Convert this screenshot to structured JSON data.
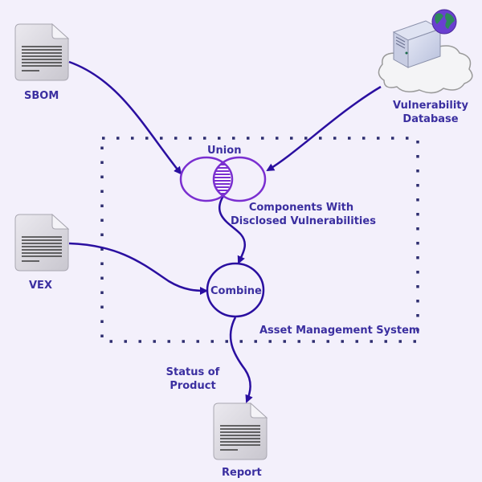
{
  "diagram": {
    "title": "",
    "colors": {
      "background": "#f3f0fb",
      "arrow": "#2a0fa0",
      "label": "#3b2fa0",
      "union_circle": "#7a2fd0",
      "combine_circle": "#2a0fa0",
      "dotted_border": "#2e2e70"
    },
    "nodes": {
      "sbom": {
        "label": "SBOM",
        "icon": "document-icon"
      },
      "vuln_db": {
        "label_line1": "Vulnerability",
        "label_line2": "Database",
        "icon": "cloud-server-globe-icon"
      },
      "vex": {
        "label": "VEX",
        "icon": "document-icon"
      },
      "union": {
        "label": "Union",
        "icon": "venn-intersection-icon"
      },
      "combine": {
        "label": "Combine"
      },
      "report": {
        "label": "Report",
        "icon": "document-icon"
      }
    },
    "edges": {
      "union_to_combine": {
        "label_line1": "Components With",
        "label_line2": "Disclosed Vulnerabilities"
      },
      "combine_to_report": {
        "label_line1": "Status of",
        "label_line2": "Product"
      }
    },
    "boundary": {
      "label": "Asset Management System"
    }
  }
}
